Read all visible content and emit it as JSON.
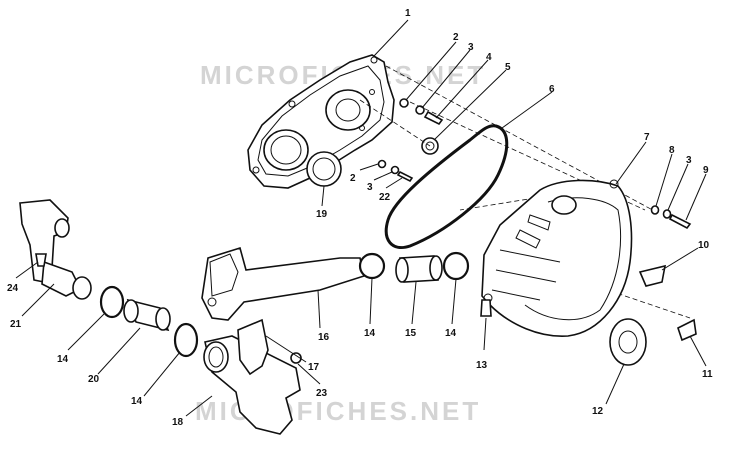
{
  "watermarks": [
    "MICROFICHES.NET",
    "MICROFICHES.NET"
  ],
  "callouts": [
    {
      "label": "1"
    },
    {
      "label": "2"
    },
    {
      "label": "3"
    },
    {
      "label": "4"
    },
    {
      "label": "5"
    },
    {
      "label": "6"
    },
    {
      "label": "7"
    },
    {
      "label": "8"
    },
    {
      "label": "3"
    },
    {
      "label": "9"
    },
    {
      "label": "10"
    },
    {
      "label": "11"
    },
    {
      "label": "12"
    },
    {
      "label": "13"
    },
    {
      "label": "14"
    },
    {
      "label": "15"
    },
    {
      "label": "14"
    },
    {
      "label": "16"
    },
    {
      "label": "17"
    },
    {
      "label": "23"
    },
    {
      "label": "18"
    },
    {
      "label": "14"
    },
    {
      "label": "20"
    },
    {
      "label": "14"
    },
    {
      "label": "21"
    },
    {
      "label": "24"
    },
    {
      "label": "19"
    },
    {
      "label": "2"
    },
    {
      "label": "3"
    },
    {
      "label": "22"
    }
  ]
}
